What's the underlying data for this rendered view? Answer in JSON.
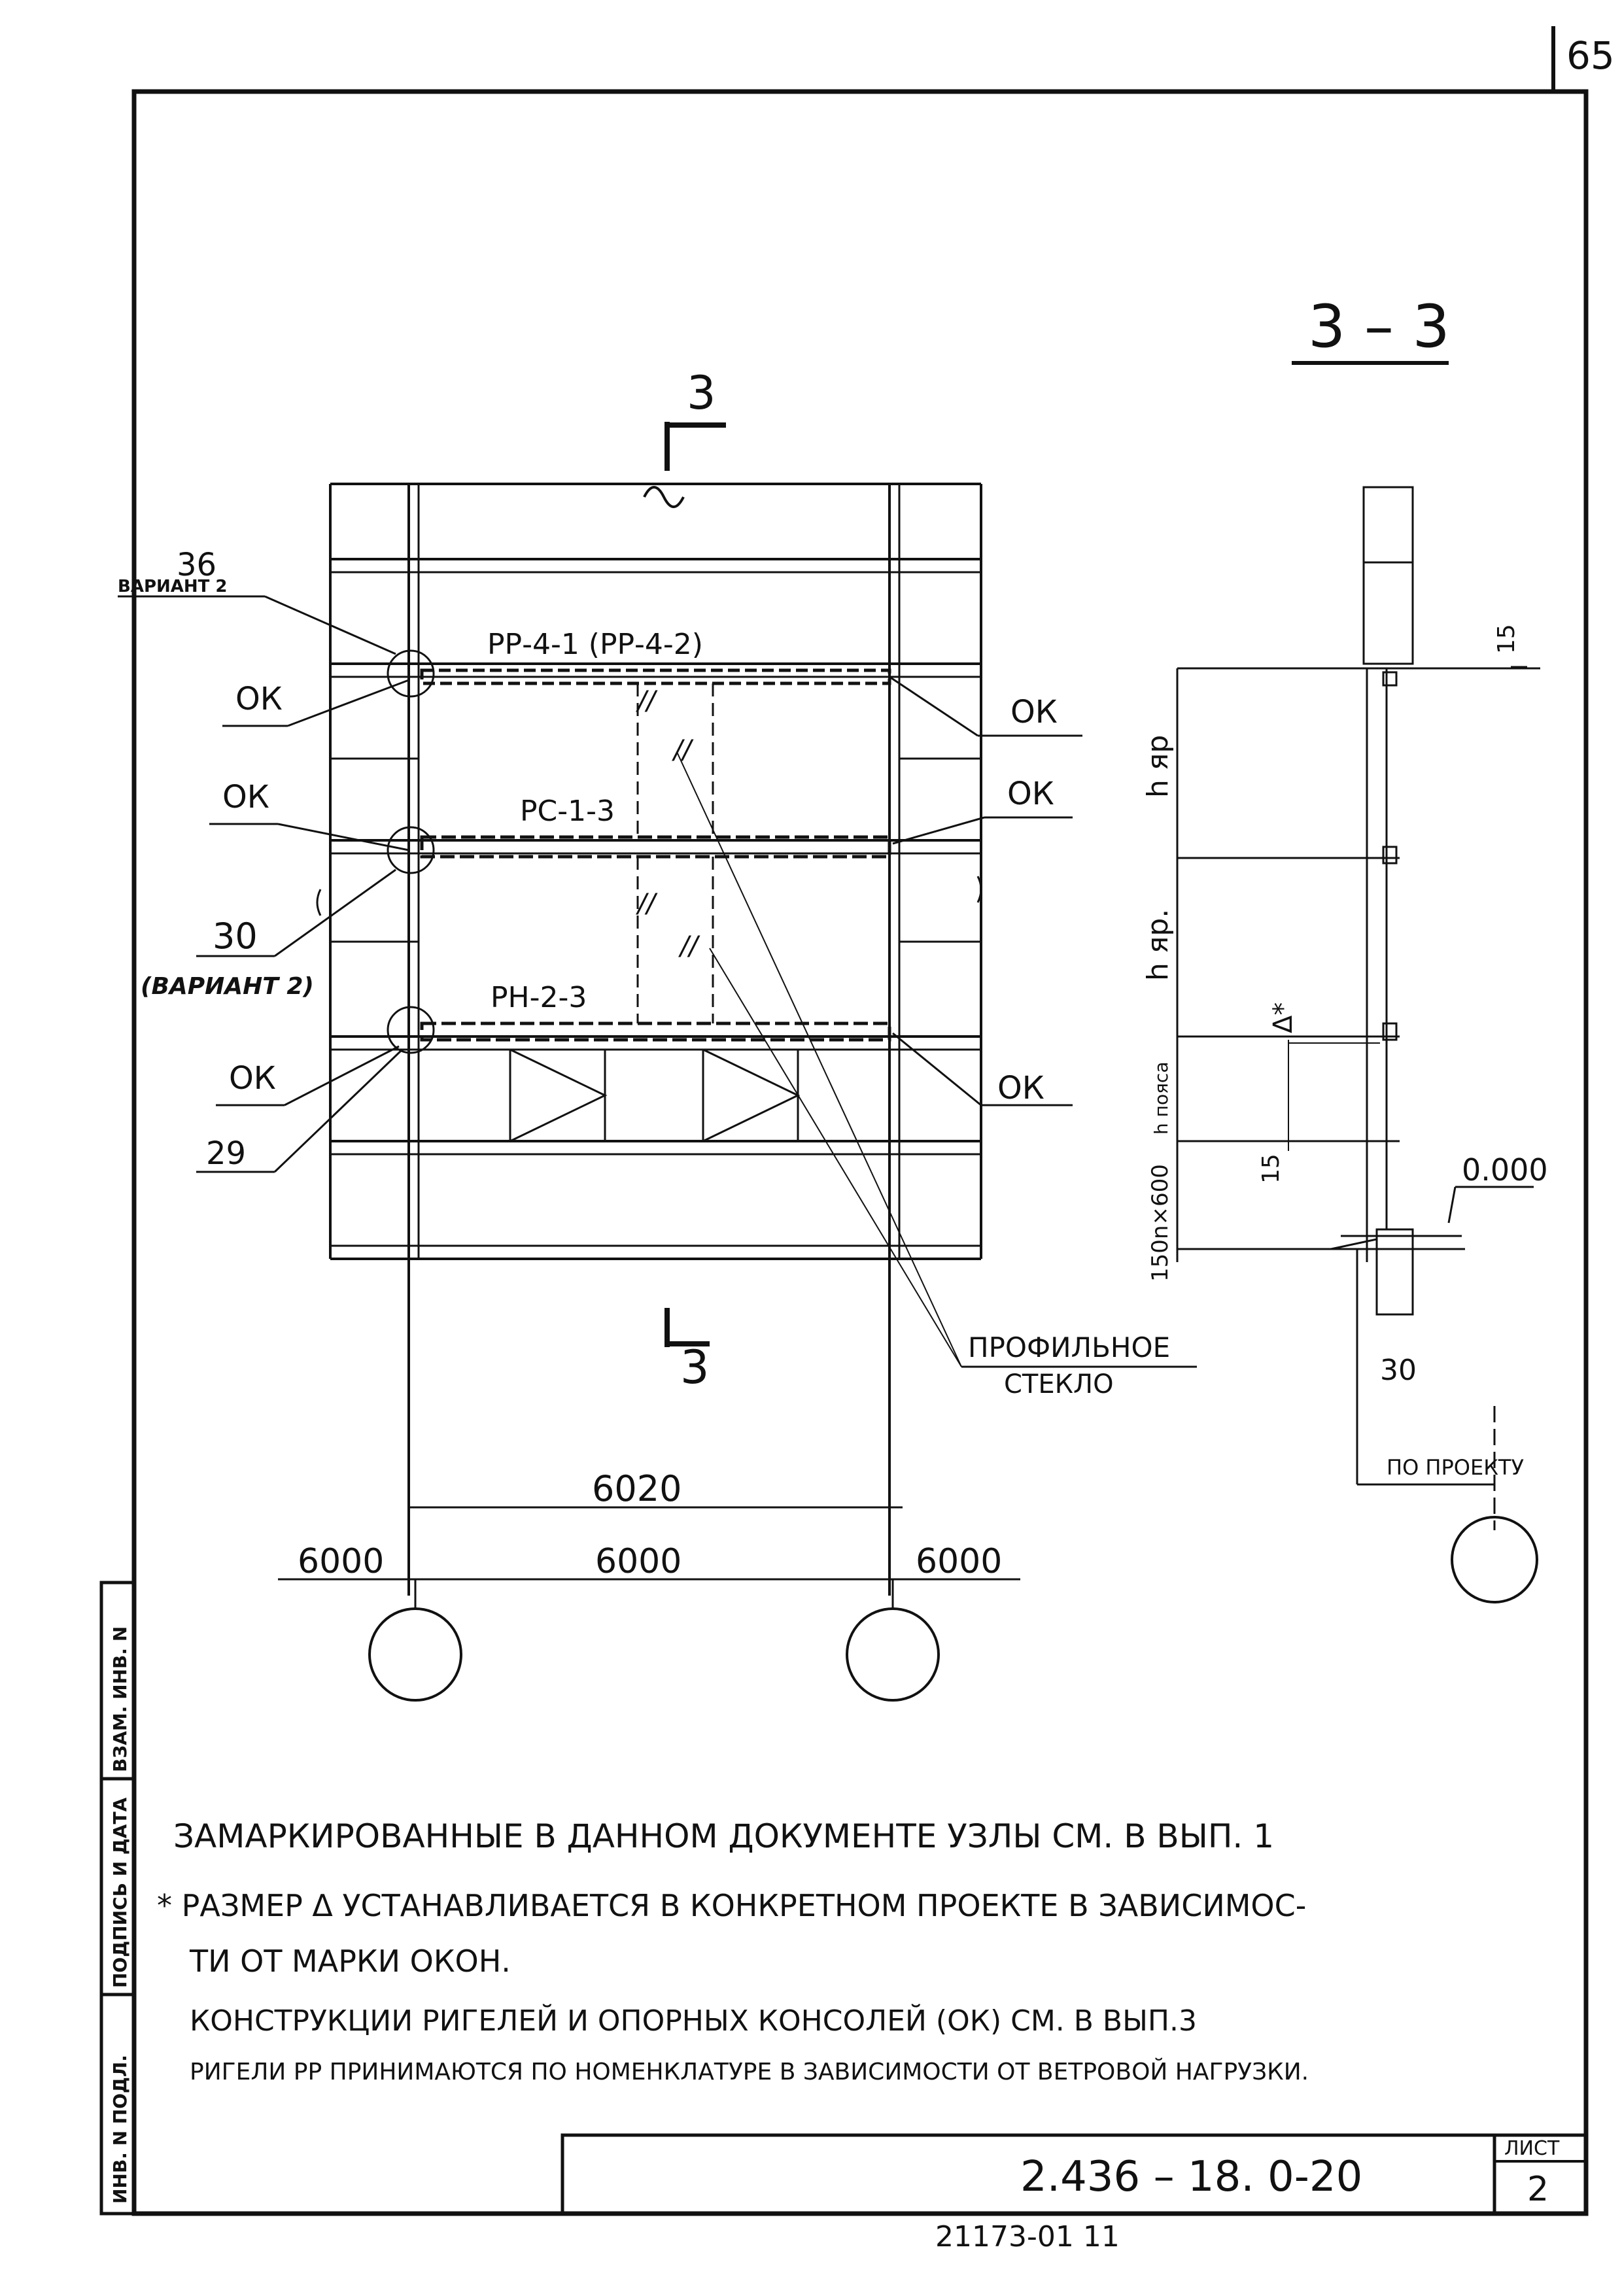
{
  "sheet": {
    "page_number": "65",
    "section_title": "3 – 3",
    "section_mark": "3",
    "section_mark_bottom": "3"
  },
  "elevation": {
    "node_36": "36",
    "node_36_variant": "ВАРИАНТ 2",
    "node_30": "30",
    "node_30_variant": "(ВАРИАНТ 2)",
    "node_29": "29",
    "beam_top": "РР-4-1 (РР-4-2)",
    "beam_mid": "РС-1-3",
    "beam_low": "РН-2-3",
    "ok_labels": [
      "ОК",
      "ОК",
      "ОК",
      "ОК",
      "ОК",
      "ОК"
    ],
    "glass_label_1": "ПРОФИЛЬНОЕ",
    "glass_label_2": "СТЕКЛО",
    "dim_overall": "6020",
    "dim_left": "6000",
    "dim_center": "6000",
    "dim_right": "6000"
  },
  "section": {
    "h_top": "h яр",
    "h_mid": "h яр.",
    "h_base": "h пояса",
    "delta": "Δ*",
    "dim_15_top": "15",
    "dim_15_low": "15",
    "dim_nx600": "n×600",
    "dim_150": "150",
    "dim_30": "30",
    "level": "0.000",
    "by_project": "ПО ПРОЕКТУ"
  },
  "notes": [
    "ЗАМАРКИРОВАННЫЕ В ДАННОМ ДОКУМЕНТЕ УЗЛЫ СМ. В ВЫП. 1",
    "* РАЗМЕР Δ УСТАНАВЛИВАЕТСЯ В КОНКРЕТНОМ ПРОЕКТЕ В ЗАВИСИМОС-",
    "ТИ ОТ МАРКИ ОКОН.",
    "КОНСТРУКЦИИ РИГЕЛЕЙ И ОПОРНЫХ КОНСОЛЕЙ (ОК) СМ. В ВЫП.3",
    "РИГЕЛИ РР ПРИНИМАЮТСЯ ПО НОМЕНКЛАТУРЕ В ЗАВИСИМОСТИ ОТ ВЕТРОВОЙ НАГРУЗКИ."
  ],
  "side_stamp": [
    "ИНВ. N ПОДЛ.",
    "ПОДПИСЬ И ДАТА",
    "ВЗАМ. ИНВ. N"
  ],
  "title_block": {
    "code": "2.436 – 18.   0-20",
    "sheet_label": "ЛИСТ",
    "sheet_number": "2",
    "footer_code": "21173-01   11"
  }
}
